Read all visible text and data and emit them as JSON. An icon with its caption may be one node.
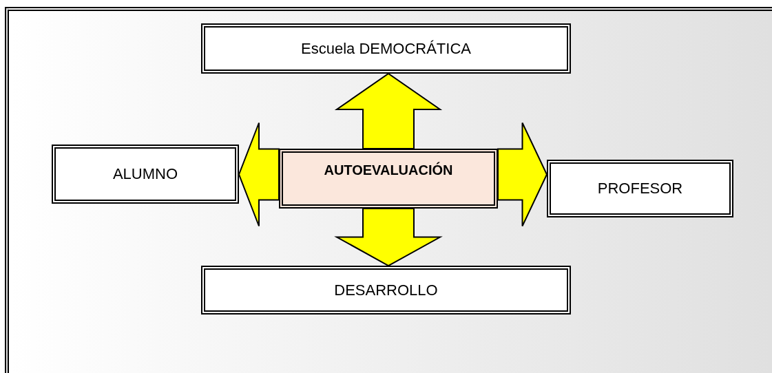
{
  "diagram": {
    "nodes": [
      {
        "text": [
          "Escuela DEMOCRÁTICA"
        ]
      },
      {
        "text": [
          "ALUMNO"
        ]
      },
      {
        "text": [
          "AUTOEVALUACIÓN"
        ]
      },
      {
        "text": [
          "PROFESOR"
        ]
      },
      {
        "text": [
          "DESARROLLO"
        ]
      }
    ],
    "edges": [
      {
        "from": 2,
        "to": 0,
        "arrow": "to",
        "style": "thick"
      },
      {
        "from": 2,
        "to": 1,
        "arrow": "to",
        "style": "thick"
      },
      {
        "from": 2,
        "to": 3,
        "arrow": "to",
        "style": "thick"
      },
      {
        "from": 2,
        "to": 4,
        "arrow": "to",
        "style": "thick"
      }
    ]
  }
}
